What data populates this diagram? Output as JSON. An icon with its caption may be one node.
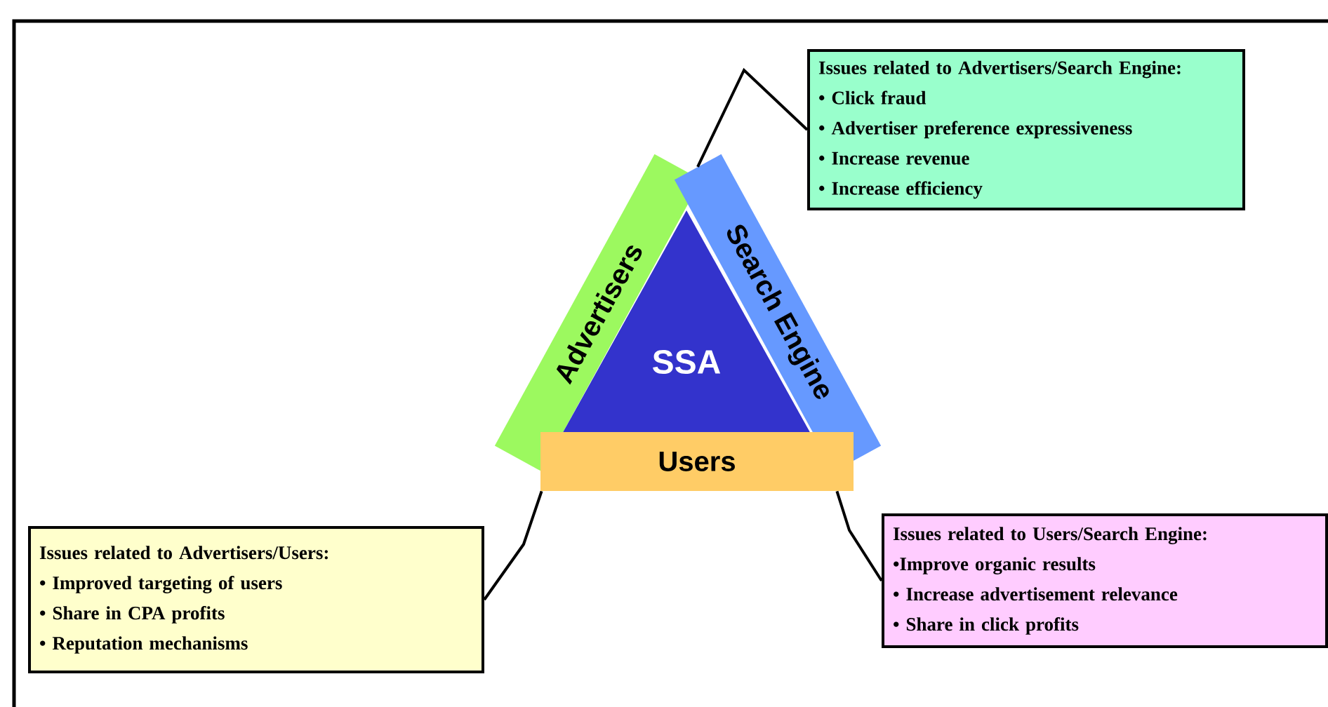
{
  "diagram": {
    "nodes": [
      {
        "text": [
          "SSA"
        ]
      },
      {
        "text": [
          "Advertisers"
        ]
      },
      {
        "text": [
          "Search Engine"
        ]
      },
      {
        "text": [
          "Users"
        ]
      },
      {
        "text": [
          "Issues related to Advertisers/Search Engine:",
          "• Click fraud",
          "• Advertiser preference expressiveness",
          "• Increase revenue",
          "• Increase efficiency"
        ]
      },
      {
        "text": [
          "Issues related to Advertisers/Users:",
          "• Improved targeting of users",
          "• Share in CPA profits",
          "• Reputation mechanisms"
        ]
      },
      {
        "text": [
          "Issues related to Users/Search Engine:",
          "•Improve organic results",
          "• Increase advertisement relevance",
          "• Share in click profits"
        ]
      }
    ],
    "edges": [
      {
        "from": 4,
        "to": 2,
        "arrow": "none"
      },
      {
        "from": 5,
        "to": 3,
        "arrow": "none"
      },
      {
        "from": 6,
        "to": 3,
        "arrow": "none"
      }
    ]
  }
}
